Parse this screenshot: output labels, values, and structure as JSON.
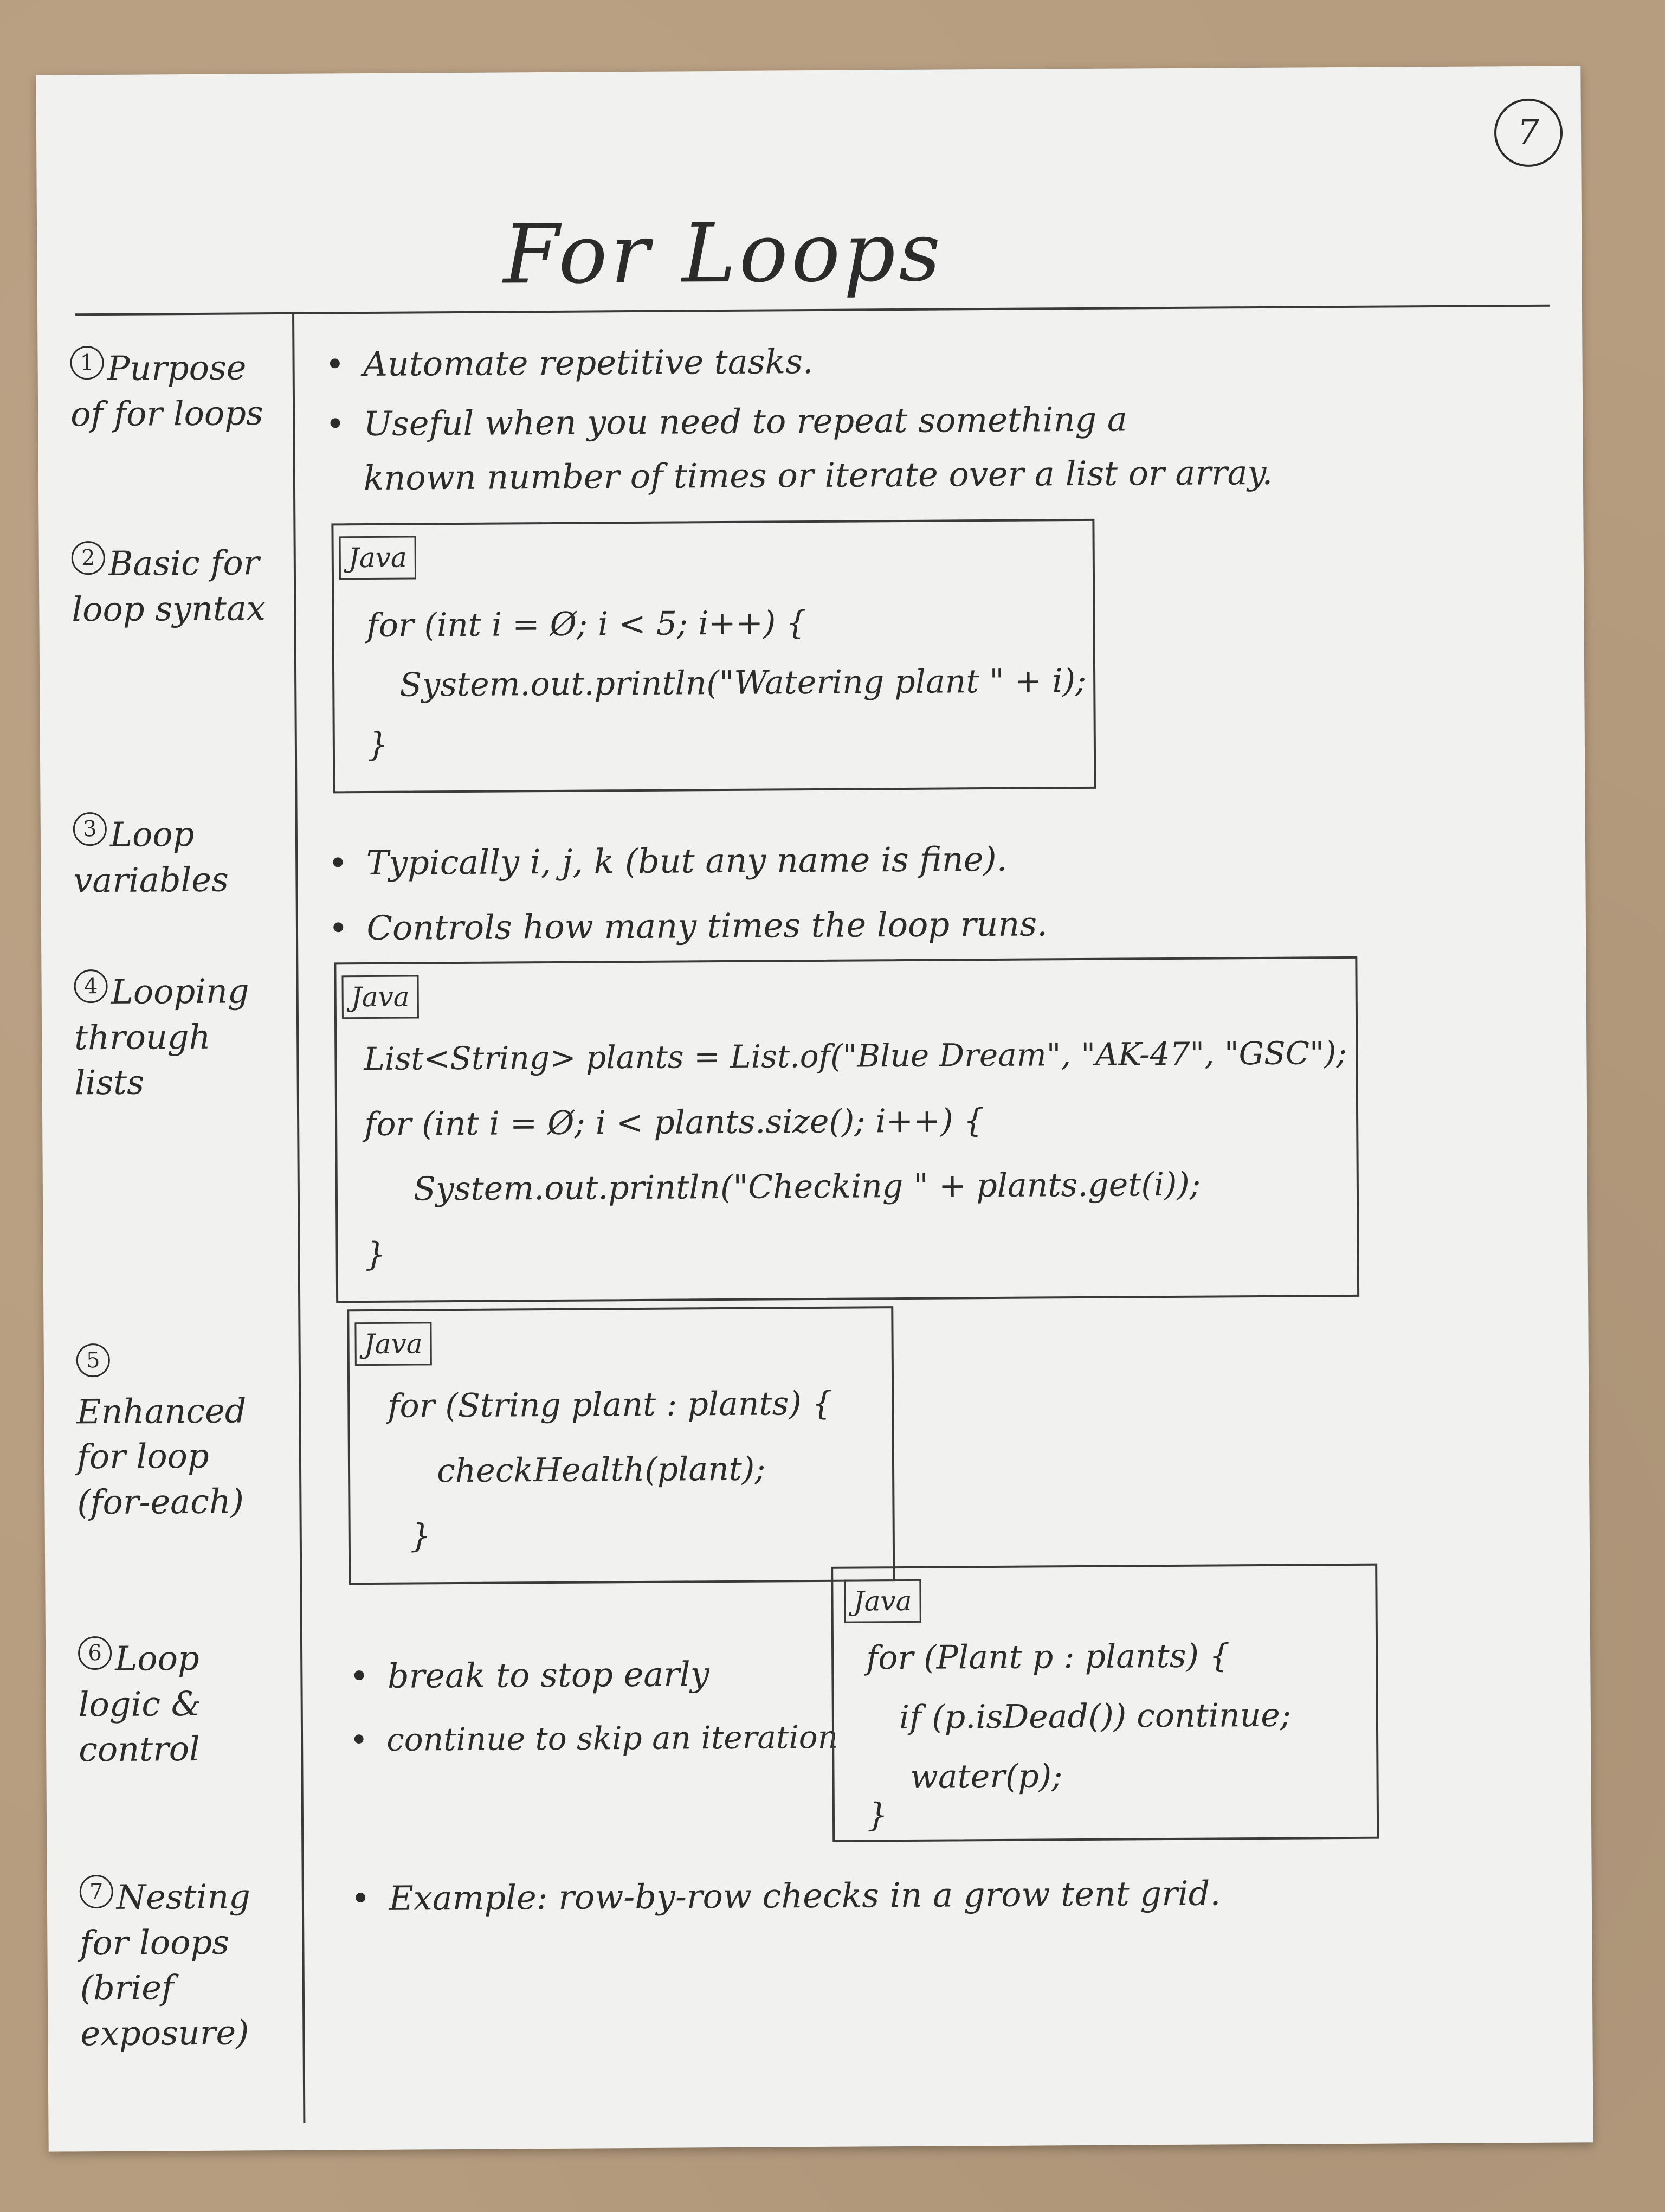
{
  "page_number": "7",
  "title": "For Loops",
  "sections": [
    {
      "number": "1",
      "label": "Purpose of for loops",
      "bullets": [
        "Automate repetitive tasks.",
        "Useful when you need to repeat something a",
        "known number of times or iterate over a list or array."
      ]
    },
    {
      "number": "2",
      "label": "Basic for loop syntax",
      "code_tag": "Java",
      "code": [
        "for (int i = Ø; i < 5; i++) {",
        "System.out.println(\"Watering plant \" + i);",
        "}"
      ]
    },
    {
      "number": "3",
      "label": "Loop variables",
      "bullets": [
        "Typically i, j, k (but any name is fine).",
        "Controls how many times the loop runs."
      ]
    },
    {
      "number": "4",
      "label": "Looping through lists",
      "code_tag": "Java",
      "code": [
        "List<String> plants = List.of(\"Blue Dream\", \"AK-47\", \"GSC\");",
        "for (int i = Ø; i < plants.size(); i++) {",
        "System.out.println(\"Checking \" + plants.get(i));",
        "}"
      ]
    },
    {
      "number": "5",
      "label": "Enhanced for loop (for-each)",
      "code_tag": "Java",
      "code": [
        "for (String plant : plants) {",
        "checkHealth(plant);",
        "}"
      ]
    },
    {
      "number": "6",
      "label": "Loop logic & control",
      "bullets": [
        "break to stop early",
        "continue to skip an iteration"
      ],
      "code_tag": "Java",
      "code": [
        "for (Plant p : plants) {",
        "if (p.isDead()) continue;",
        "water(p);",
        "}"
      ]
    },
    {
      "number": "7",
      "label": "Nesting for loops (brief exposure)",
      "bullets": [
        "Example: row-by-row checks in a grow tent grid."
      ]
    }
  ]
}
